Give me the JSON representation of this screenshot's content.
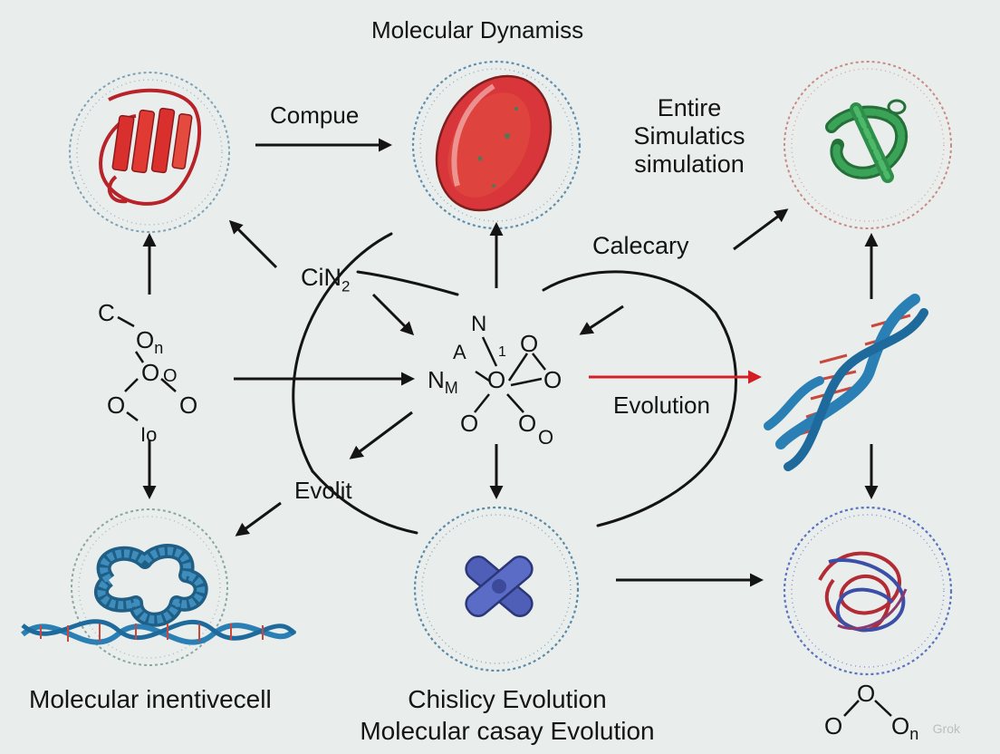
{
  "diagram": {
    "title": "Molecular Dynamiss",
    "labels": {
      "compue": "Compue",
      "entire": [
        "Entire",
        "Simulatics",
        "simulation"
      ],
      "calecary": "Calecary",
      "cin2": {
        "text": "CiN",
        "sub": "2"
      },
      "evolution": "Evolution",
      "evolit": "Evolit",
      "bottom_left": "Molecular inentivecell",
      "bottom_center": [
        "Chislicy Evolution",
        "Molecular casay Evolution"
      ]
    },
    "left_molecule": [
      {
        "text": "C",
        "sub": ""
      },
      {
        "text": "O",
        "sub": "n"
      },
      {
        "text": "O",
        "sub": ""
      },
      {
        "text": "O",
        "sub": ""
      },
      {
        "text": "O",
        "sub": ""
      },
      {
        "text": "O",
        "sub": ""
      },
      {
        "text": "Io",
        "sub": ""
      }
    ],
    "center_molecule": [
      {
        "text": "N",
        "sub": ""
      },
      {
        "text": "A",
        "sub": ""
      },
      {
        "text": "1",
        "sub": ""
      },
      {
        "text": "O",
        "sub": ""
      },
      {
        "text": "N",
        "sub": "M"
      },
      {
        "text": "O",
        "sub": ""
      },
      {
        "text": "O",
        "sub": ""
      },
      {
        "text": "O",
        "sub": ""
      },
      {
        "text": "O",
        "sub": ""
      },
      {
        "text": "O",
        "sub": ""
      }
    ],
    "bottom_right_molecule": [
      {
        "text": "O",
        "sub": ""
      },
      {
        "text": "O",
        "sub": ""
      },
      {
        "text": "O",
        "sub": "n"
      }
    ],
    "watermark": "Grok",
    "colors": {
      "background": "#e9eeec",
      "arrow": "#141414",
      "highlight_arrow": "#d21f26",
      "protein_red": "#d9302e",
      "protein_green": "#2f8f4a",
      "protein_blue": "#4f5fb8",
      "dna_blue": "#2a7fb5",
      "dna_rung": "#c9483d"
    },
    "icons": [
      "protein-beta-sheet-icon",
      "cell-icon",
      "green-helix-protein-icon",
      "dna-helix-icon",
      "blue-coil-protein-icon",
      "blue-cross-protein-icon",
      "tangled-chain-protein-icon"
    ]
  }
}
